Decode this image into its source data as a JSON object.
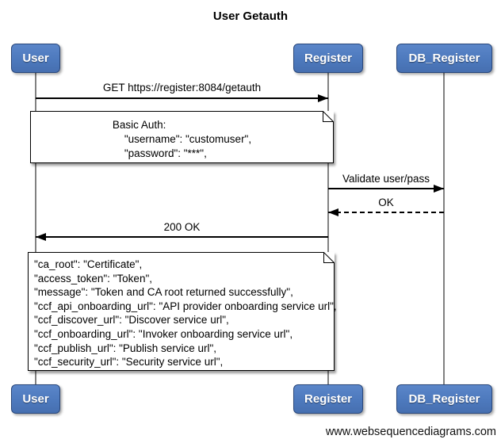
{
  "title": "User Getauth",
  "actors": [
    {
      "name": "User"
    },
    {
      "name": "Register"
    },
    {
      "name": "DB_Register"
    }
  ],
  "messages": [
    {
      "label": "GET https://register:8084/getauth",
      "from": "User",
      "to": "Register",
      "line": "solid"
    },
    {
      "label": "Validate user/pass",
      "from": "Register",
      "to": "DB_Register",
      "line": "solid"
    },
    {
      "label": "OK",
      "from": "DB_Register",
      "to": "Register",
      "line": "dashed"
    },
    {
      "label": "200 OK",
      "from": "Register",
      "to": "User",
      "line": "solid"
    }
  ],
  "notes": [
    {
      "lines": [
        "Basic Auth:",
        "    \"username\": \"customuser\",",
        "    \"password\": \"***\","
      ]
    },
    {
      "lines": [
        "\"ca_root\": \"Certificate\",",
        "\"access_token\": \"Token\",",
        "\"message\": \"Token and CA root returned successfully\",",
        "\"ccf_api_onboarding_url\": \"API provider onboarding service url\",",
        "\"ccf_discover_url\": \"Discover service url\",",
        "\"ccf_onboarding_url\": \"Invoker onboarding service url\",",
        "\"ccf_publish_url\": \"Publish service url\",",
        "\"ccf_security_url\": \"Security service url\","
      ]
    }
  ],
  "watermark": "www.websequencediagrams.com",
  "colors": {
    "actor_fill": "#4d79bd",
    "actor_border": "#29477b",
    "actor_text": "#ffffff",
    "message_line": "#000000",
    "lifeline": "#818181",
    "note_fill": "#ffffff",
    "note_border": "#000000",
    "background": "#ffffff"
  }
}
